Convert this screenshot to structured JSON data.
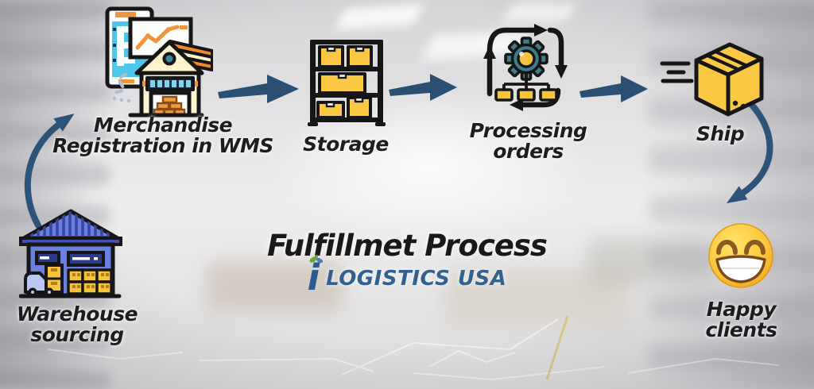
{
  "title": "Fulfillmet Process",
  "brand": {
    "mark": "i",
    "name": "LOGISTICS USA"
  },
  "steps": [
    {
      "key": "merchandise-registration",
      "lines": [
        "Merchandise",
        "Registration in WMS"
      ]
    },
    {
      "key": "storage",
      "lines": [
        "Storage"
      ]
    },
    {
      "key": "processing-orders",
      "lines": [
        "Processing",
        "orders"
      ]
    },
    {
      "key": "ship",
      "lines": [
        "Ship"
      ]
    },
    {
      "key": "happy-clients",
      "lines": [
        "Happy",
        "clients"
      ]
    },
    {
      "key": "warehouse-sourcing",
      "lines": [
        "Warehouse",
        "sourcing"
      ]
    }
  ],
  "icons": {
    "merchandise_registration": "tablet-wms-warehouse-icon",
    "storage": "shelf-rack-boxes-icon",
    "processing_orders": "gear-cycle-orders-icon",
    "ship": "shipping-box-speed-icon",
    "happy_clients": "grinning-face-emoji",
    "warehouse_sourcing": "warehouse-truck-boxes-icon",
    "flow_arrow": "flow-arrow-icon",
    "brand_mark_decoration": "sprout-leaves-icon"
  },
  "colors": {
    "arrow_blue": "#2b4e73",
    "curved_arrow_blue": "#2e5379",
    "text_dark": "#1d1d1f",
    "brand_blue": "#33608f",
    "sprout_green": "#6aa63d",
    "box_yellow": "#fbc843",
    "accent_orange": "#f0953a",
    "gear_teal": "#3f7d8c",
    "screen_cyan": "#4fc7ea",
    "warehouse_blue": "#6b7fe0",
    "building_cream": "#fdf3cf",
    "emoji_yellow": "#fcc93f"
  }
}
